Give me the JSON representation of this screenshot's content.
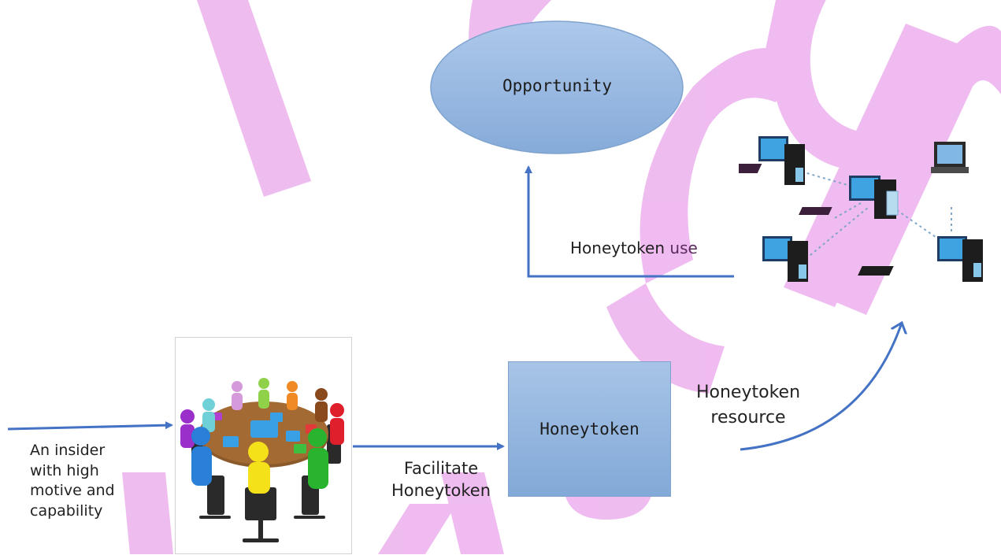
{
  "nodes": {
    "opportunity": {
      "label": "Opportunity"
    },
    "honeytoken": {
      "label": "Honeytoken"
    }
  },
  "labels": {
    "insider": "An insider\nwith high\nmotive and\ncapability",
    "facilitate": "Facilitate\nHoneytoken",
    "resource": "Honeytoken\nresource",
    "use_part1": "Honeytoken ",
    "use_part2": "use"
  },
  "icons": [
    "meeting-table-illustration",
    "computer-network-illustration",
    "watermark"
  ],
  "colors": {
    "arrow": "#4472c4",
    "node_fill": "#9dbce3",
    "node_border": "#7fa3cf",
    "watermark": "#d77fd9"
  }
}
